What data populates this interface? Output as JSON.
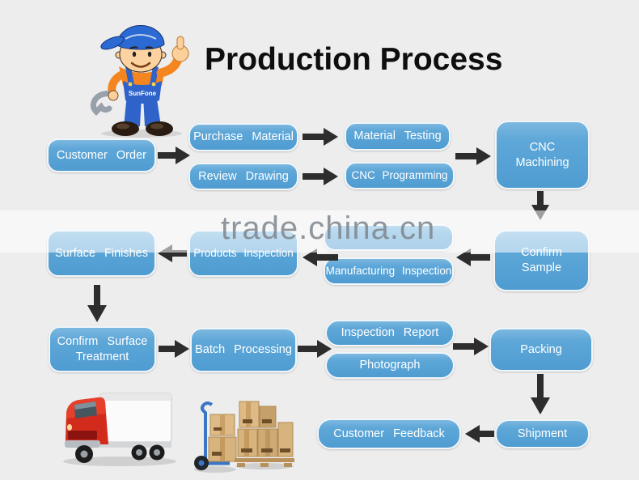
{
  "title": "Production Process",
  "watermark": {
    "text": "trade.china.cn"
  },
  "mascot": {
    "badge": "SunFone"
  },
  "colors": {
    "background": "#ededed",
    "node_blue": "#5ea7d8",
    "node_border": "#f0f6fa",
    "node_text": "#ffffff",
    "arrow": "#2d2d2d",
    "watermark_text": "#7d858d",
    "title_text": "#0e0e0e",
    "truck_red": "#d22b1c",
    "cardboard": "#d7b37e"
  },
  "flow": {
    "nodes": [
      {
        "id": "customer-order",
        "label": "Customer Order"
      },
      {
        "id": "purchase-material",
        "label": "Purchase Material"
      },
      {
        "id": "review-drawing",
        "label": "Review Drawing"
      },
      {
        "id": "material-testing",
        "label": "Material Testing"
      },
      {
        "id": "cnc-programming",
        "label": "CNC Programming"
      },
      {
        "id": "cnc-machining",
        "label": "CNC Machining"
      },
      {
        "id": "confirm-sample",
        "label": "Confirm Sample"
      },
      {
        "id": "obscured-step",
        "label": ""
      },
      {
        "id": "manufacturing-inspection",
        "label": "Manufacturing Inspection"
      },
      {
        "id": "products-inspection",
        "label": "Products Inspection"
      },
      {
        "id": "surface-finishes",
        "label": "Surface Finishes"
      },
      {
        "id": "confirm-surface-treatment",
        "label": "Confirm Surface Treatment"
      },
      {
        "id": "batch-processing",
        "label": "Batch Processing"
      },
      {
        "id": "inspection-report",
        "label": "Inspection Report"
      },
      {
        "id": "photograph",
        "label": "Photograph"
      },
      {
        "id": "packing",
        "label": "Packing"
      },
      {
        "id": "shipment",
        "label": "Shipment"
      },
      {
        "id": "customer-feedback",
        "label": "Customer Feedback"
      }
    ],
    "edges": [
      {
        "from": "customer-order",
        "to": "purchase-material"
      },
      {
        "from": "customer-order",
        "to": "review-drawing"
      },
      {
        "from": "purchase-material",
        "to": "material-testing"
      },
      {
        "from": "review-drawing",
        "to": "cnc-programming"
      },
      {
        "from": "material-testing",
        "to": "cnc-machining"
      },
      {
        "from": "cnc-programming",
        "to": "cnc-machining"
      },
      {
        "from": "cnc-machining",
        "to": "confirm-sample"
      },
      {
        "from": "confirm-sample",
        "to": "manufacturing-inspection"
      },
      {
        "from": "manufacturing-inspection",
        "to": "products-inspection"
      },
      {
        "from": "products-inspection",
        "to": "surface-finishes"
      },
      {
        "from": "surface-finishes",
        "to": "confirm-surface-treatment"
      },
      {
        "from": "confirm-surface-treatment",
        "to": "batch-processing"
      },
      {
        "from": "batch-processing",
        "to": "inspection-report"
      },
      {
        "from": "batch-processing",
        "to": "photograph"
      },
      {
        "from": "inspection-report",
        "to": "packing"
      },
      {
        "from": "photograph",
        "to": "packing"
      },
      {
        "from": "packing",
        "to": "shipment"
      },
      {
        "from": "shipment",
        "to": "customer-feedback"
      }
    ]
  }
}
